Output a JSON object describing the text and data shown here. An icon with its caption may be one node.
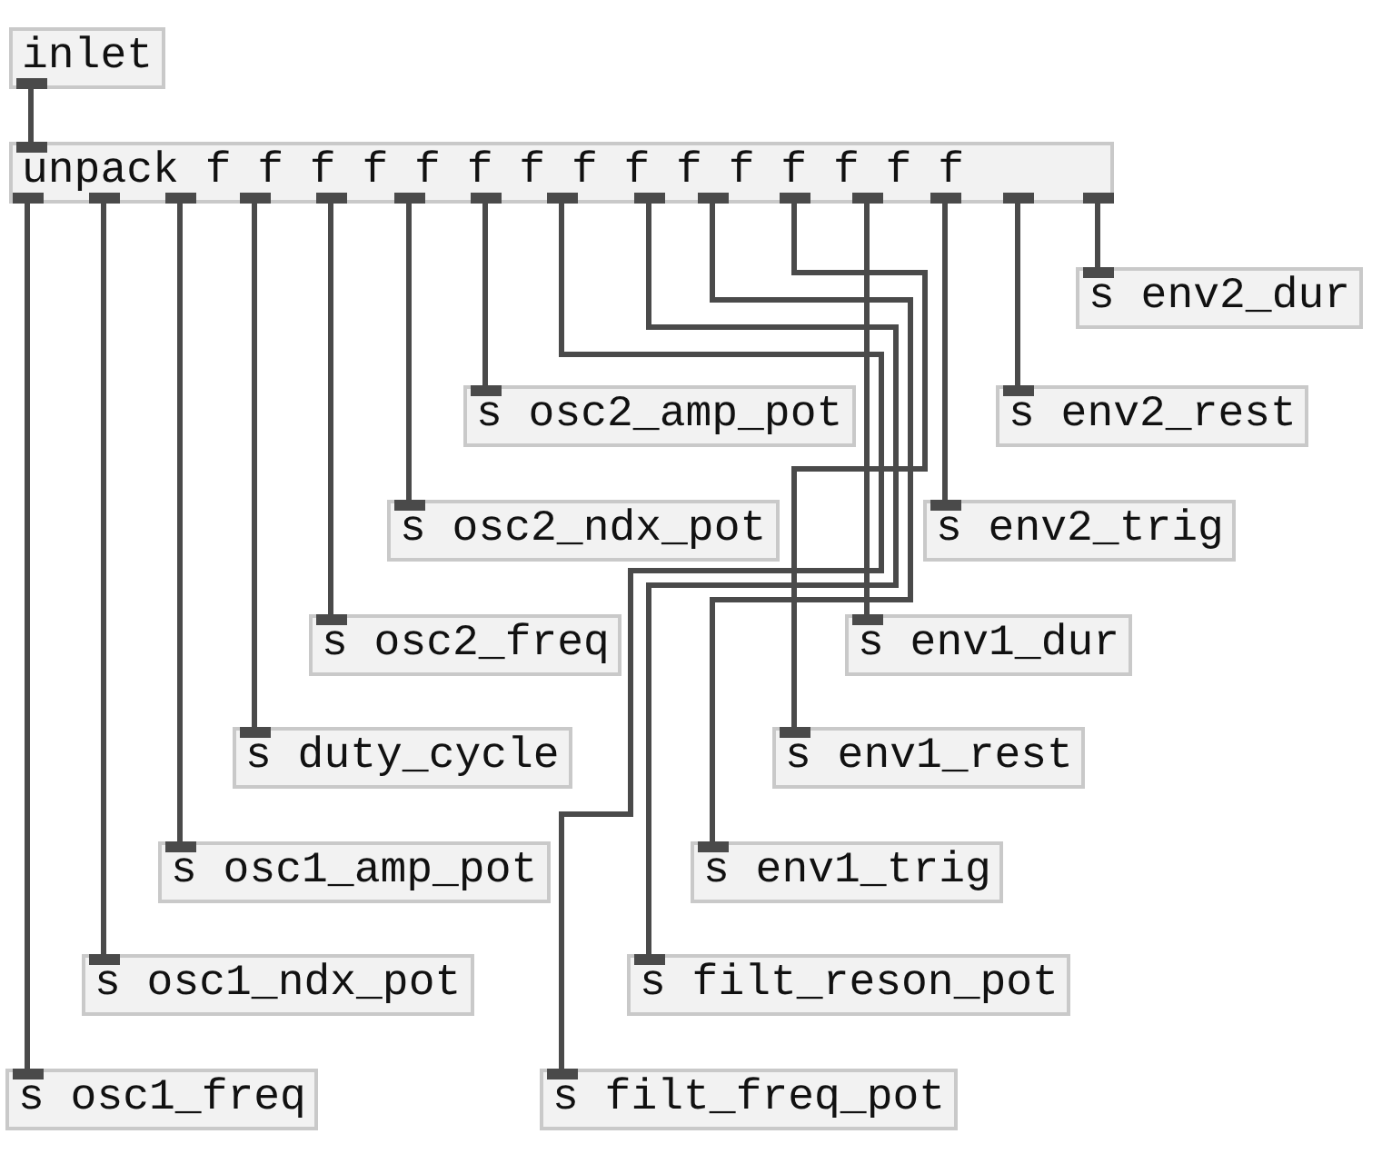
{
  "diagram": {
    "nodes": [
      {
        "text": [
          "inlet"
        ]
      },
      {
        "text": [
          "unpack f f f f f f f f f f f f f f f"
        ]
      },
      {
        "text": [
          "s env2_dur"
        ]
      },
      {
        "text": [
          "s osc2_amp_pot"
        ]
      },
      {
        "text": [
          "s env2_rest"
        ]
      },
      {
        "text": [
          "s osc2_ndx_pot"
        ]
      },
      {
        "text": [
          "s env2_trig"
        ]
      },
      {
        "text": [
          "s osc2_freq"
        ]
      },
      {
        "text": [
          "s env1_dur"
        ]
      },
      {
        "text": [
          "s duty_cycle"
        ]
      },
      {
        "text": [
          "s env1_rest"
        ]
      },
      {
        "text": [
          "s osc1_amp_pot"
        ]
      },
      {
        "text": [
          "s env1_trig"
        ]
      },
      {
        "text": [
          "s osc1_ndx_pot"
        ]
      },
      {
        "text": [
          "s filt_reson_pot"
        ]
      },
      {
        "text": [
          "s osc1_freq"
        ]
      },
      {
        "text": [
          "s filt_freq_pot"
        ]
      }
    ],
    "edges": [
      {
        "from": 0,
        "to": 1,
        "arrow": "none"
      },
      {
        "from": 1,
        "to": 15,
        "arrow": "none"
      },
      {
        "from": 1,
        "to": 13,
        "arrow": "none"
      },
      {
        "from": 1,
        "to": 11,
        "arrow": "none"
      },
      {
        "from": 1,
        "to": 9,
        "arrow": "none"
      },
      {
        "from": 1,
        "to": 7,
        "arrow": "none"
      },
      {
        "from": 1,
        "to": 5,
        "arrow": "none"
      },
      {
        "from": 1,
        "to": 3,
        "arrow": "none"
      },
      {
        "from": 1,
        "to": 16,
        "arrow": "none"
      },
      {
        "from": 1,
        "to": 14,
        "arrow": "none"
      },
      {
        "from": 1,
        "to": 12,
        "arrow": "none"
      },
      {
        "from": 1,
        "to": 10,
        "arrow": "none"
      },
      {
        "from": 1,
        "to": 8,
        "arrow": "none"
      },
      {
        "from": 1,
        "to": 6,
        "arrow": "none"
      },
      {
        "from": 1,
        "to": 4,
        "arrow": "none"
      },
      {
        "from": 1,
        "to": 2,
        "arrow": "none"
      }
    ]
  }
}
